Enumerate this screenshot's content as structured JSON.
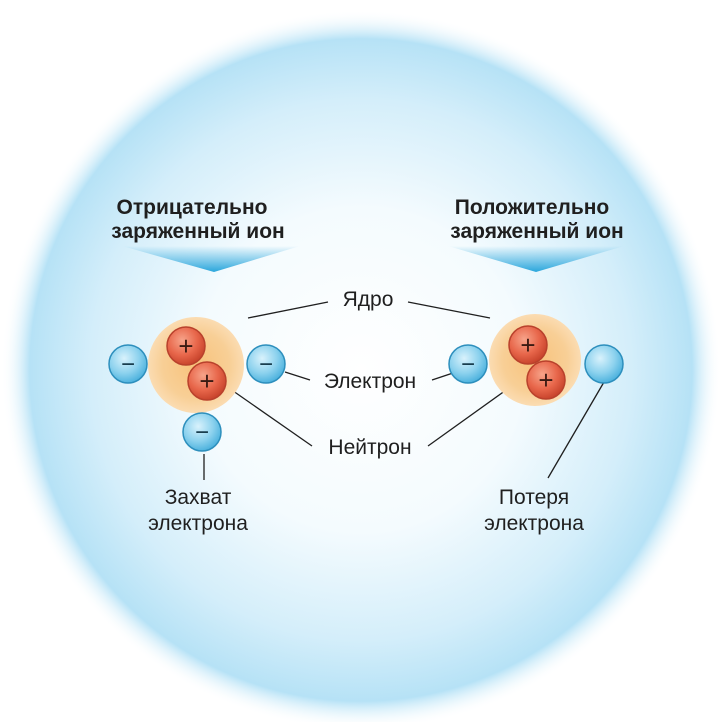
{
  "left_ion": {
    "title_line1": "Отрицательно",
    "title_line2": "заряженный ион",
    "caption_line1": "Захват",
    "caption_line2": "электрона"
  },
  "right_ion": {
    "title_line1": "Положительно",
    "title_line2": "заряженный ион",
    "caption_line1": "Потеря",
    "caption_line2": "электрона"
  },
  "labels": {
    "nucleus": "Ядро",
    "electron": "Электрон",
    "neutron": "Нейтрон"
  },
  "symbols": {
    "plus": "+",
    "minus": "−"
  },
  "colors": {
    "background_glow": "#bfe6f8",
    "nucleus_halo": "#f6c98a",
    "proton": "#e2644a",
    "electron": "#7ccbea",
    "arrow": "#2aa6dc",
    "text": "#1f1f1f"
  }
}
